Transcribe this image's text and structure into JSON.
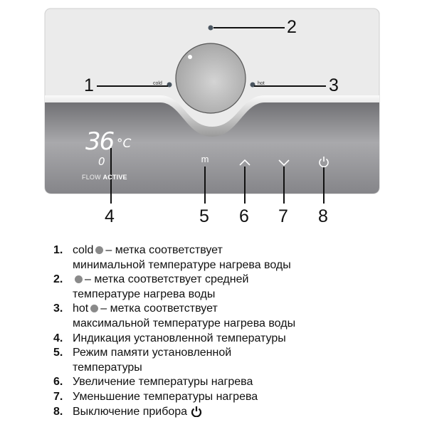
{
  "panel": {
    "dial_labels": {
      "cold": "cold",
      "hot": "hot"
    },
    "display": {
      "temperature": "36",
      "unit": "°C",
      "flow_value": "0",
      "brand_flow": "FLOW",
      "brand_active": "ACTIVE"
    },
    "buttons": [
      {
        "id": "memory",
        "glyph": "m",
        "icon": "memory-icon"
      },
      {
        "id": "up",
        "icon": "chevron-up-icon"
      },
      {
        "id": "down",
        "icon": "chevron-down-icon"
      },
      {
        "id": "power",
        "icon": "power-icon"
      }
    ],
    "callouts": [
      "1",
      "2",
      "3",
      "4",
      "5",
      "6",
      "7",
      "8"
    ],
    "colors": {
      "panel_top": "#ebebeb",
      "panel_bottom": "#8c8c8e",
      "knob": "#bdbdbd",
      "marker": "#4a5560"
    }
  },
  "legend": [
    {
      "num": "1.",
      "prefix": "cold",
      "lines": [
        "– метка соответствует",
        "минимальной температуре нагрева воды"
      ]
    },
    {
      "num": "2.",
      "prefix": "",
      "lines": [
        "– метка соответствует средней",
        "температуре нагрева воды"
      ]
    },
    {
      "num": "3.",
      "prefix": "hot",
      "lines": [
        "– метка соответствует",
        "максимальной температуре нагрева воды"
      ]
    },
    {
      "num": "4.",
      "lines": [
        "Индикация установленной температуры"
      ]
    },
    {
      "num": "5.",
      "lines": [
        "Режим памяти установленной",
        "температуры"
      ]
    },
    {
      "num": "6.",
      "lines": [
        "Увеличение температуры нагрева"
      ]
    },
    {
      "num": "7.",
      "lines": [
        "Уменьшение температуры нагрева"
      ]
    },
    {
      "num": "8.",
      "lines": [
        "Выключение прибора"
      ]
    }
  ]
}
